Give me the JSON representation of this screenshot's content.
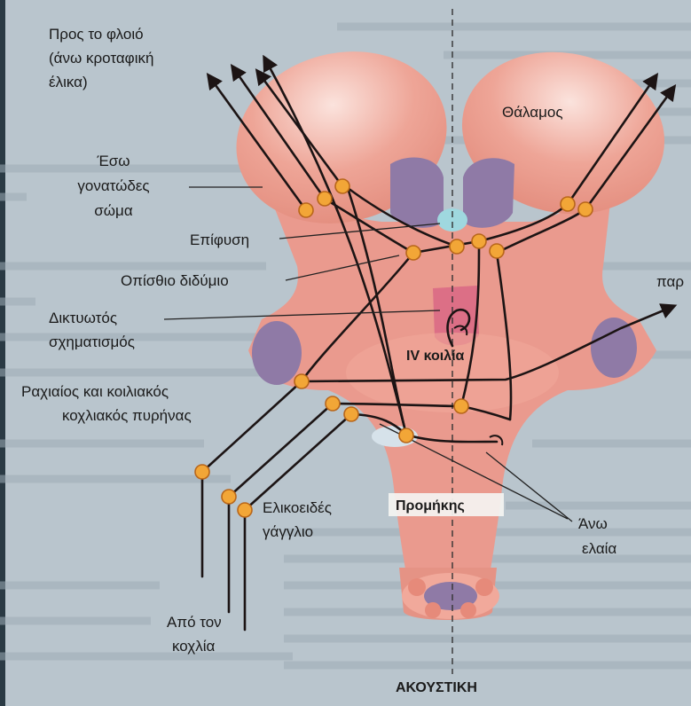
{
  "labels": {
    "cortex_line1": "Προς το φλοιό",
    "cortex_line2": "(άνω κροταφική",
    "cortex_line3": "έλικα)",
    "thalamus": "Θάλαμος",
    "mgb_line1": "Έσω",
    "mgb_line2": "γονατώδες",
    "mgb_line3": "σώμα",
    "pineal": "Επίφυση",
    "inferior_colliculus": "Οπίσθιο διδύμιο",
    "reticular_line1": "Δικτυωτός",
    "reticular_line2": "σχηματισμός",
    "cut_right": "παρ",
    "fourth_ventricle": "IV κοιλία",
    "cochlear_nuc_line1": "Ραχιαίος και κοιλιακός",
    "cochlear_nuc_line2": "κοχλιακός πυρήνας",
    "spiral_line1": "Ελικοειδές",
    "spiral_line2": "γάγγλιο",
    "medulla": "Προμήκης",
    "olive_line1": "Άνω",
    "olive_line2": "ελαία",
    "cochlea_line1": "Από τον",
    "cochlea_line2": "κοχλία",
    "bottom_title": "ΑΚΟΥΣΤΙΚΗ"
  },
  "colors": {
    "brainstem": "#ea9a8e",
    "purple": "#8f7aa6",
    "nucleus": "#f2a637",
    "ventricle": "#dc6f86",
    "pineal": "#9fd8df"
  }
}
